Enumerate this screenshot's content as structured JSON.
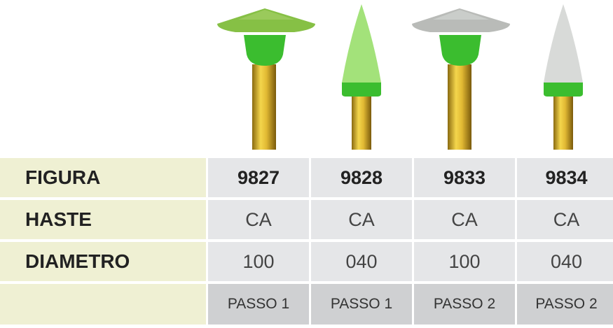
{
  "products": [
    {
      "shape": "disc",
      "tip_color": "#86c045",
      "collar_color": "#3bbd2f"
    },
    {
      "shape": "flame",
      "tip_color": "#a3e27a",
      "collar_color": "#3bbd2f"
    },
    {
      "shape": "disc",
      "tip_color": "#b9bbb8",
      "collar_color": "#3bbd2f"
    },
    {
      "shape": "flame",
      "tip_color": "#d8dad8",
      "collar_color": "#3bbd2f"
    }
  ],
  "table": {
    "rows": [
      {
        "label": "FIGURA",
        "values": [
          "9827",
          "9828",
          "9833",
          "9834"
        ]
      },
      {
        "label": "HASTE",
        "values": [
          "CA",
          "CA",
          "CA",
          "CA"
        ]
      },
      {
        "label": "DIAMETRO",
        "values": [
          "100",
          "040",
          "100",
          "040"
        ]
      },
      {
        "label": "",
        "values": [
          "PASSO 1",
          "PASSO 1",
          "PASSO 2",
          "PASSO 2"
        ]
      }
    ]
  },
  "colors": {
    "label_bg": "#eff0d3",
    "value_bg": "#e5e6e8",
    "step_bg": "#cfd0d2",
    "shank_gold": "#d9b331",
    "collar_green": "#3bbd2f"
  }
}
